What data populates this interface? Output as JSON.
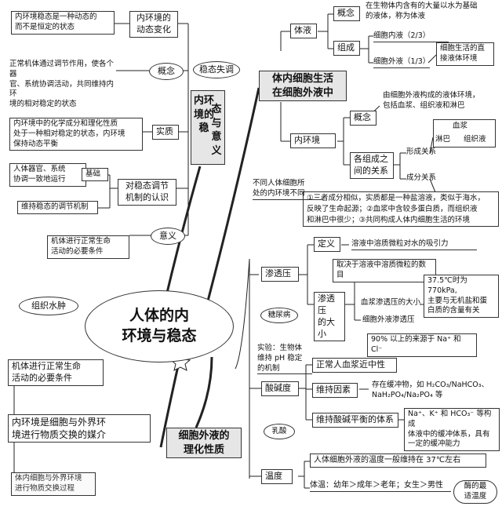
{
  "center": {
    "title": "人体的内\n环境与稳态"
  },
  "left_top": {
    "main": "态与\n意义",
    "main_side": "内环\n境的\n稳",
    "tag": "稳态失调",
    "dyn_label": "内环境的\n动态变化",
    "dyn_text": "内环境稳态是一种动态的\n而不是恒定的状态",
    "concept_label": "概念",
    "concept_text": "正常机体通过调节作用，使各个器\n官、系统协调活动，共同维持内环\n境的相对稳定的状态",
    "essence_label": "实质",
    "essence_text": "内环境中的化学成分和理化性质\n处于一种相对稳定的状态，内环境\n保持动态平衡",
    "mech_label": "对稳态调节\n机制的认识",
    "basis_text": "人体器官、系统\n协调一致地运行",
    "basis_label": "基础",
    "maintain_text": "维持稳态的调节机制",
    "meaning_label": "意义",
    "meaning_text": "机体进行正常生命\n活动的必要条件"
  },
  "right_top": {
    "main": "体内细胞生活\n在细胞外液中",
    "body_fluid": "体液",
    "bf_concept": "概念",
    "bf_concept_text": "在生物体内含有的大量以水为基础\n的液体，称为体液",
    "bf_comp": "组成",
    "intra": "细胞内液（2/3）",
    "extra": "细胞外液（1/3）",
    "extra_note": "细胞生活的直\n接液体环境",
    "env": "内环境",
    "env_concept": "概念",
    "env_concept_text": "由细胞外液构成的液体环境，\n包括血浆、组织液和淋巴",
    "relation": "各组成之\n间的关系",
    "plasma": "血浆",
    "lymph": "淋巴",
    "tissue": "组织液",
    "form_rel": "形成关系",
    "comp_rel": "成分关系",
    "comp_text": "①三者成分相似，实质都是一种盐溶液，类似于海水，\n反映了生命起源；②血浆中含较多蛋白质，而组织液\n和淋巴中很少；③共同构成人体内细胞生活的环境",
    "diff": "不同人体细胞所\n处的内环境不同"
  },
  "right_bottom": {
    "osmo": "渗透压",
    "osmo_def": "定义",
    "osmo_def_text": "溶液中溶质微粒对水的吸引力",
    "osmo_size": "渗透压\n的大小",
    "osmo_size_text": "取决于溶液中溶质微粒的数目",
    "osmo_value": "37.5℃时为 770kPa,\n主要与无机盐和蛋\n白质的含量有关",
    "plasma_osmo": "血浆渗透压的大小",
    "cell_osmo": "细胞外液渗透压",
    "na_cl": "90% 以上的来源于 Na⁺ 和 Cl⁻",
    "urine": "糖尿病",
    "ph_note": "实验：生物体\n维持 pH 稳定\n的机制",
    "ph": "酸碱度",
    "ph_normal": "正常人血浆近中性",
    "ph_factor": "维持因素",
    "ph_buffer": "存在缓冲物，如 H₂CO₃/NaHCO₃、\nNaH₂PO₄/Na₂PO₄ 等",
    "ph_system": "维持酸碱平衡的体系",
    "ph_system_text": "Na⁺、K⁺ 和 HCO₃⁻ 等构成\n体液中的缓冲体系，具有\n一定的缓冲能力",
    "lactic": "乳酸",
    "temp": "温度",
    "temp_text": "人体细胞外液的温度一般维持在 37℃左右",
    "temp_compare": "体温：幼年＞成年＞老年；女生＞男性",
    "enzyme": "酶的最\n适温度",
    "main": "细胞外液的\n理化性质"
  },
  "left_bottom": {
    "edema": "组织水肿",
    "cond": "机体进行正常生命\n活动的必要条件",
    "medium": "内环境是细胞与外界环\n境进行物质交换的媒介",
    "process": "体内细胞与外界环境\n进行物质交换过程"
  }
}
